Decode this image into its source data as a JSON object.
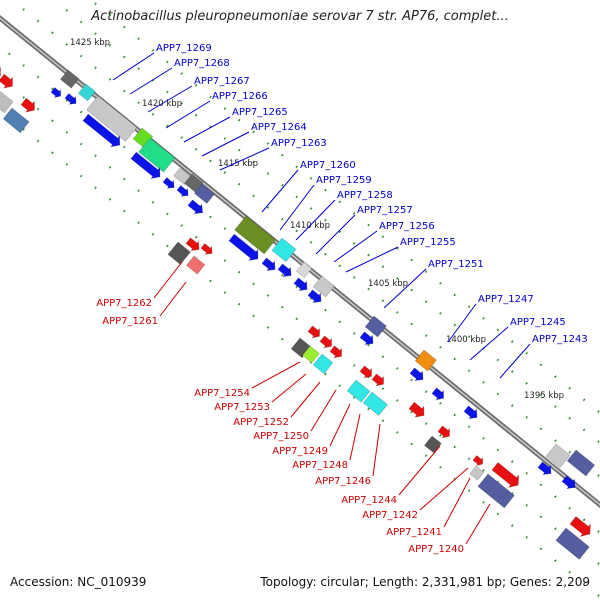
{
  "title": "Actinobacillus pleuropneumoniae serovar 7 str. AP76, complet...",
  "footer": {
    "accession": "Accession: NC_010939",
    "summary": "Topology: circular; Length: 2,331,981 bp; Genes: 2,209"
  },
  "ticks": [
    "1425 kbp",
    "1420 kbp",
    "1415 kbp",
    "1410 kbp",
    "1405 kbp",
    "1400 kbp",
    "1395 kbp"
  ],
  "forward_genes": [
    "APP7_1269",
    "APP7_1268",
    "APP7_1267",
    "APP7_1266",
    "APP7_1265",
    "APP7_1264",
    "APP7_1263",
    "APP7_1260",
    "APP7_1259",
    "APP7_1258",
    "APP7_1257",
    "APP7_1256",
    "APP7_1255",
    "APP7_1251",
    "APP7_1247",
    "APP7_1245",
    "APP7_1243"
  ],
  "reverse_genes": [
    "APP7_1262",
    "APP7_1261",
    "APP7_1254",
    "APP7_1253",
    "APP7_1252",
    "APP7_1250",
    "APP7_1249",
    "APP7_1248",
    "APP7_1246",
    "APP7_1244",
    "APP7_1242",
    "APP7_1241",
    "APP7_1240"
  ],
  "colors": {
    "forward_label": "#0000cc",
    "reverse_label": "#cc0000",
    "forward_cds": "#0a14e6",
    "reverse_cds": "#e60a0a",
    "backbone": "#7a7a7a",
    "tick_mark": "#2e8b2e"
  }
}
